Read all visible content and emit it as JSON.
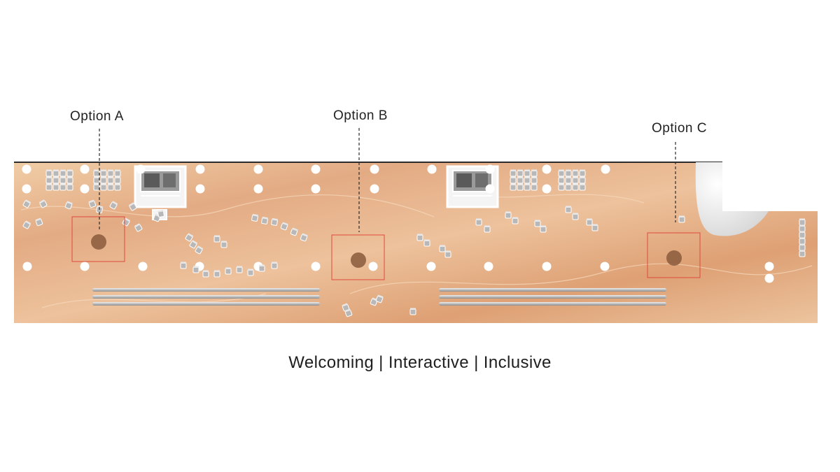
{
  "options": [
    {
      "id": "a",
      "label": "Option A"
    },
    {
      "id": "b",
      "label": "Option B"
    },
    {
      "id": "c",
      "label": "Option C"
    }
  ],
  "tagline": "Welcoming | Interactive | Inclusive",
  "colors": {
    "floor_base": "#e6b48e",
    "floor_light": "#f0cda6",
    "floor_dark": "#d9986b",
    "outline": "#2b2b2b",
    "marker": "#e0493a",
    "focal_circle": "#8a5a3c",
    "furniture": "#a6a6a6",
    "column": "#ffffff"
  }
}
